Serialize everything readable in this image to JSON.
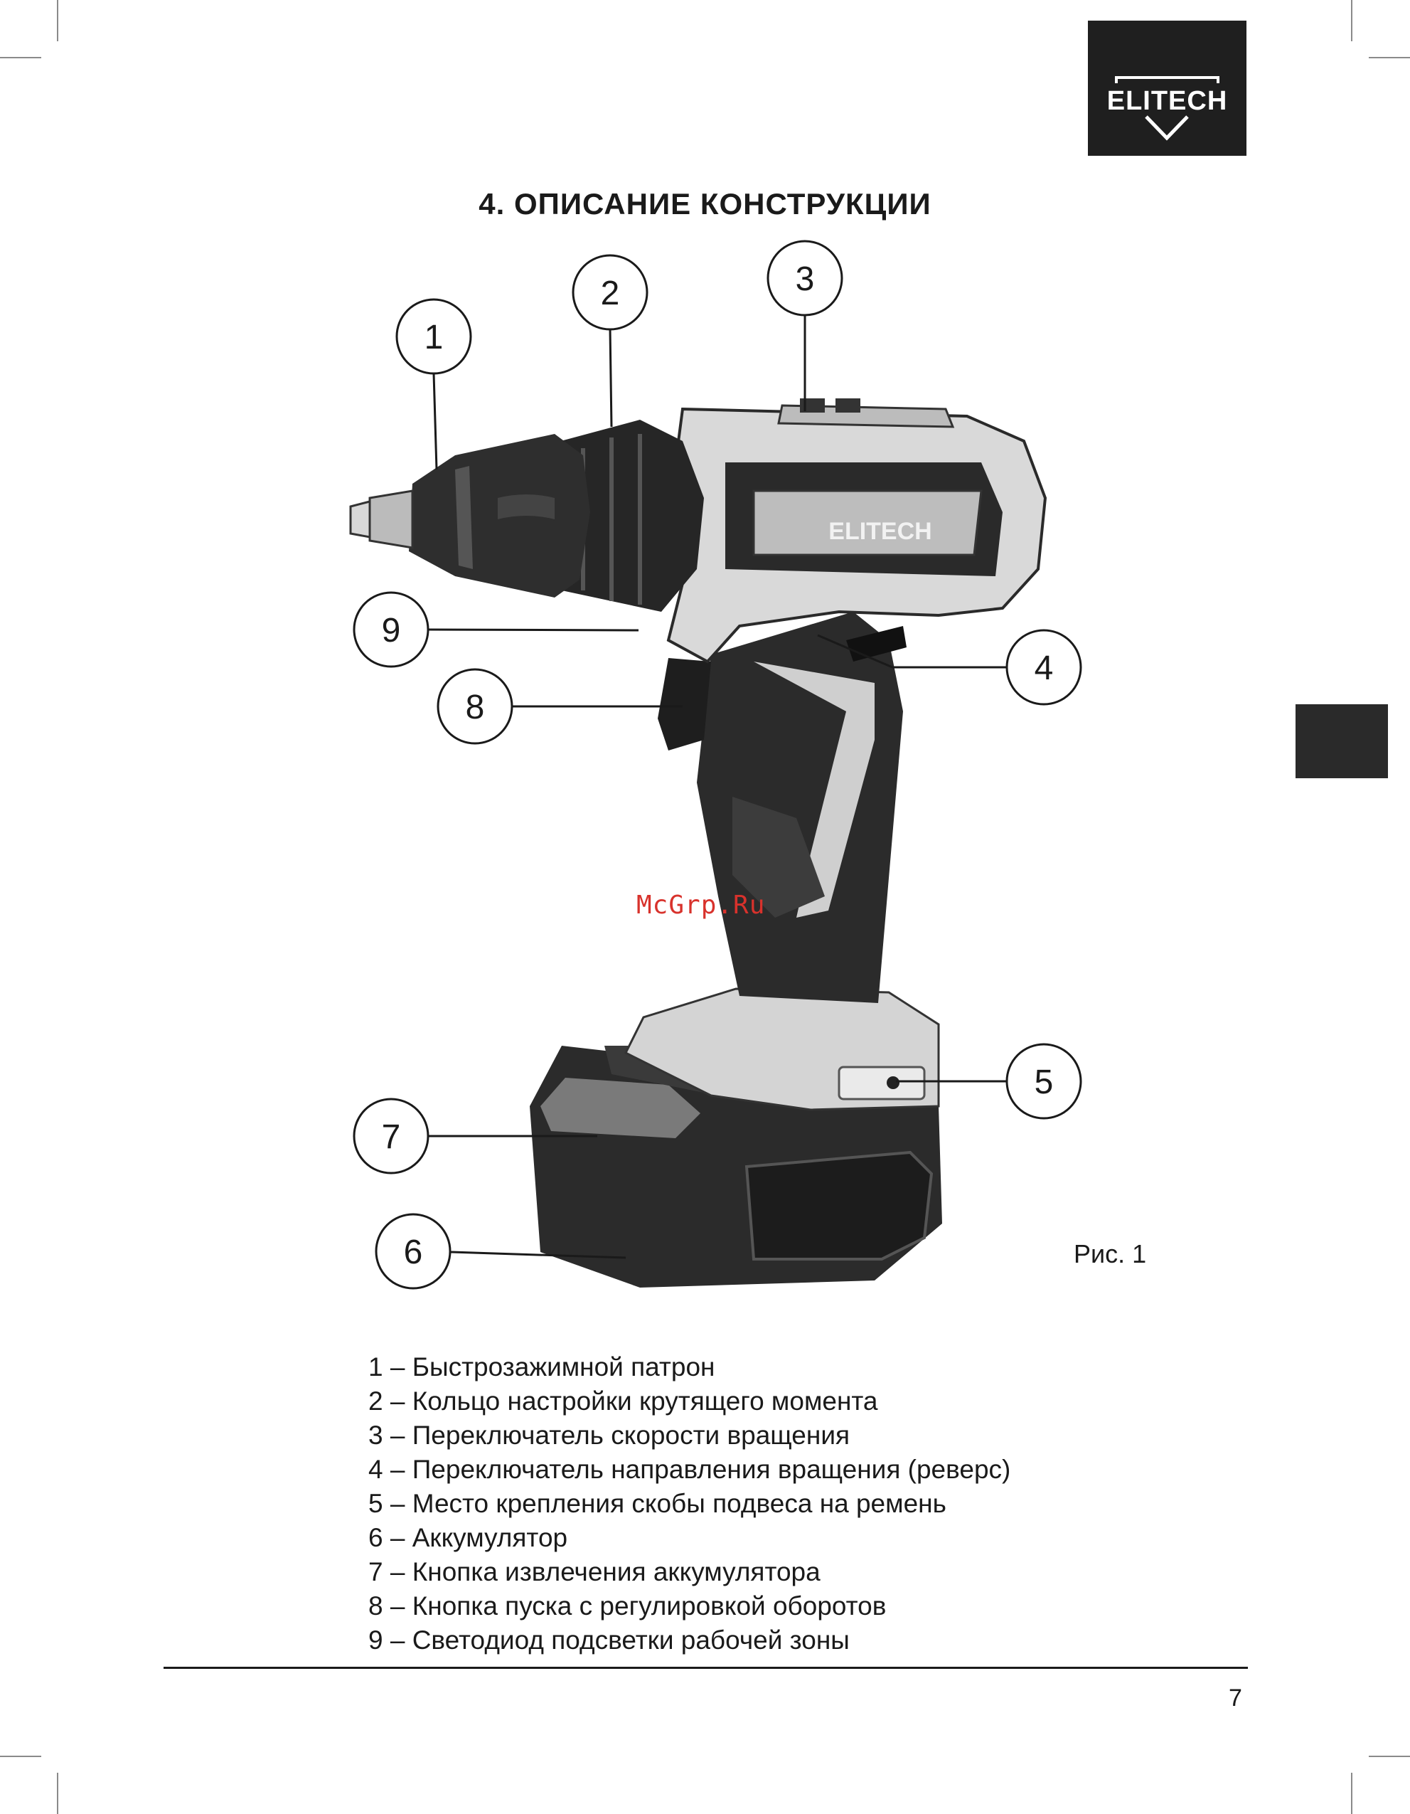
{
  "brand": {
    "logo_text": "ELITECH"
  },
  "section": {
    "title": "4. ОПИСАНИЕ КОНСТРУКЦИИ"
  },
  "figure": {
    "callouts": [
      "1",
      "2",
      "3",
      "4",
      "5",
      "6",
      "7",
      "8",
      "9"
    ],
    "label": "Рис. 1",
    "tool_brand": "ELITECH"
  },
  "watermark": "McGrp.Ru",
  "legend": [
    "1 – Быстрозажимной патрон",
    "2 – Кольцо настройки крутящего момента",
    "3 – Переключатель скорости вращения",
    "4 – Переключатель направления вращения (реверс)",
    "5 – Место крепления скобы подвеса на ремень",
    "6 – Аккумулятор",
    "7 – Кнопка извлечения аккумулятора",
    "8 – Кнопка пуска с регулировкой оборотов",
    "9 – Светодиод подсветки рабочей зоны"
  ],
  "page_number": "7",
  "colors": {
    "ink": "#1a1a1a",
    "dark_panel": "#1f1f1f",
    "watermark": "#d8322c",
    "tool_light": "#d4d4d4",
    "tool_dark": "#2b2b2b"
  }
}
